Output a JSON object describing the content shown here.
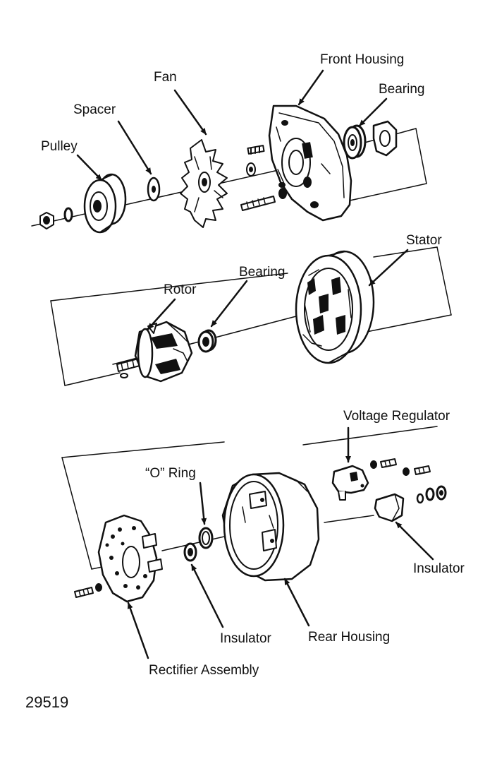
{
  "labels": {
    "front_housing": "Front Housing",
    "fan": "Fan",
    "bearing_front": "Bearing",
    "spacer": "Spacer",
    "pulley": "Pulley",
    "stator": "Stator",
    "bearing_rotor": "Bearing",
    "rotor": "Rotor",
    "voltage_regulator": "Voltage Regulator",
    "o_ring": "“O” Ring",
    "insulator_right": "Insulator",
    "insulator_bottom": "Insulator",
    "rear_housing": "Rear Housing",
    "rectifier_assembly": "Rectifier Assembly"
  },
  "figure_number": "29519"
}
